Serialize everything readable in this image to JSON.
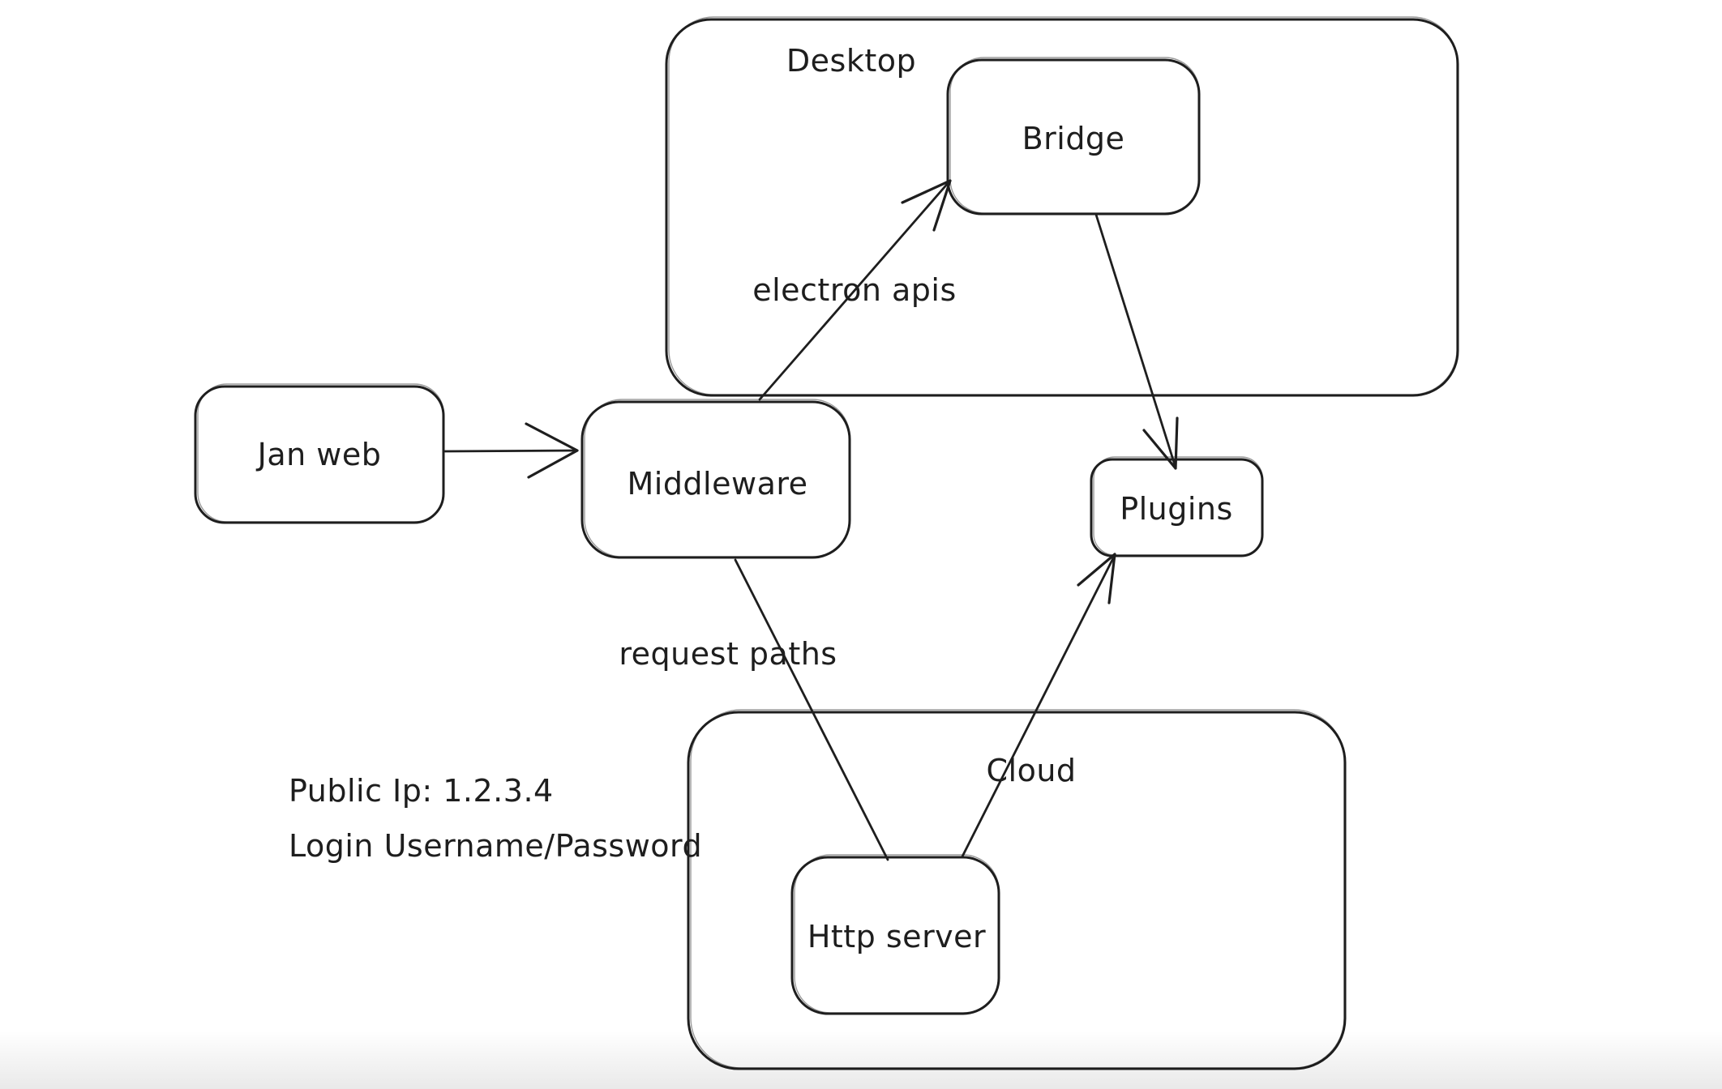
{
  "colors": {
    "stroke": "#1e1e1e",
    "background": "#ffffff"
  },
  "diagram": {
    "containers": {
      "desktop": {
        "label": "Desktop"
      },
      "cloud": {
        "label": "Cloud"
      }
    },
    "nodes": {
      "jan_web": {
        "label": "Jan web"
      },
      "middleware": {
        "label": "Middleware"
      },
      "bridge": {
        "label": "Bridge"
      },
      "plugins": {
        "label": "Plugins"
      },
      "http_server": {
        "label": "Http server"
      }
    },
    "edges": {
      "jan_web_to_middleware": {
        "from": "Jan web",
        "to": "Middleware",
        "label": ""
      },
      "middleware_to_bridge": {
        "from": "Middleware",
        "to": "Bridge",
        "label": "electron apis"
      },
      "bridge_to_plugins": {
        "from": "Bridge",
        "to": "Plugins",
        "label": ""
      },
      "middleware_to_http_server": {
        "from": "Middleware",
        "to": "Http server",
        "label": "request paths"
      },
      "http_server_to_plugins": {
        "from": "Http server",
        "to": "Plugins",
        "label": ""
      }
    },
    "notes": {
      "public_ip": "Public Ip: 1.2.3.4",
      "login": "Login Username/Password"
    }
  }
}
